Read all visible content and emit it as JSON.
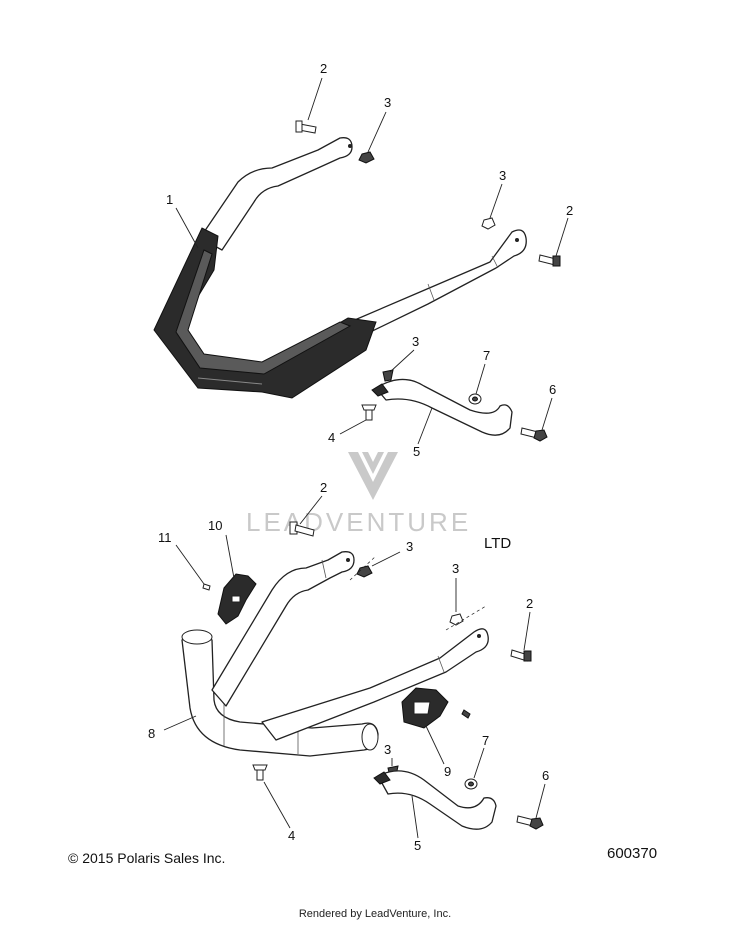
{
  "watermark": "LEADVENTURE",
  "variant_label": "LTD",
  "copyright": "© 2015 Polaris Sales Inc.",
  "drawing_number": "600370",
  "footer": "Rendered by LeadVenture, Inc.",
  "callouts": {
    "top_1": "1",
    "top_2a": "2",
    "top_3a": "3",
    "top_3b": "3",
    "top_2b": "2",
    "top_3c": "3",
    "top_7": "7",
    "top_6": "6",
    "top_4": "4",
    "top_5": "5",
    "bot_2a": "2",
    "bot_10": "10",
    "bot_11": "11",
    "bot_3a": "3",
    "bot_3b": "3",
    "bot_2b": "2",
    "bot_8": "8",
    "bot_3c": "3",
    "bot_7": "7",
    "bot_9": "9",
    "bot_6": "6",
    "bot_4": "4",
    "bot_5": "5"
  }
}
